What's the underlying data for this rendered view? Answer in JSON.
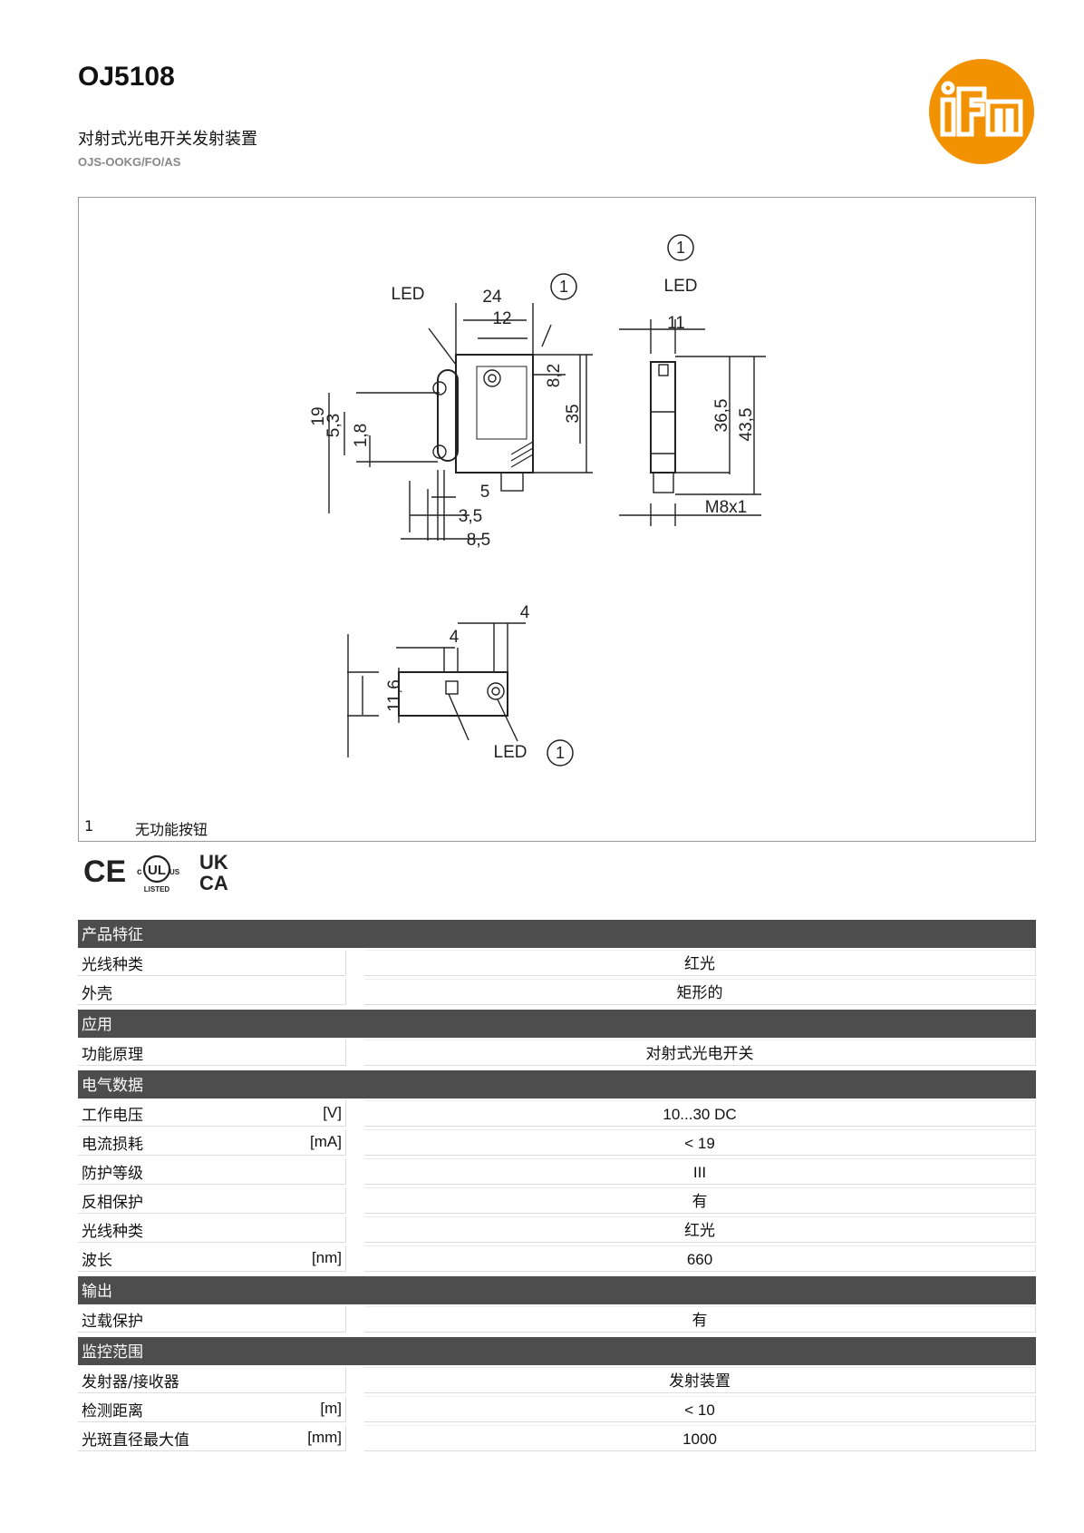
{
  "header": {
    "title": "OJ5108",
    "subtitle": "对射式光电开关发射装置",
    "code": "OJS-OOKG/FO/AS"
  },
  "logo": {
    "text": "ifm",
    "color": "#f39200"
  },
  "drawing": {
    "labels": {
      "led": "LED",
      "callout": "1",
      "m8": "M8x1",
      "d24": "24",
      "d12": "12",
      "d8_2": "8,2",
      "d35": "35",
      "d19": "19",
      "d5_3": "5,3",
      "d1_8": "1,8",
      "d5": "5",
      "d3_5": "3,5",
      "d8_5": "8,5",
      "d11": "11",
      "d36_5": "36,5",
      "d43_5": "43,5",
      "d4a": "4",
      "d4b": "4",
      "d11_6": "11,6"
    },
    "legend": {
      "number": "1",
      "text": "无功能按钮"
    }
  },
  "certifications": [
    "CE",
    "cULus LISTED",
    "UKCA"
  ],
  "spec": [
    {
      "section": "产品特征",
      "rows": [
        {
          "label": "光线种类",
          "unit": "",
          "value": "红光"
        },
        {
          "label": "外壳",
          "unit": "",
          "value": "矩形的"
        }
      ]
    },
    {
      "section": "应用",
      "rows": [
        {
          "label": "功能原理",
          "unit": "",
          "value": "对射式光电开关"
        }
      ]
    },
    {
      "section": "电气数据",
      "rows": [
        {
          "label": "工作电压",
          "unit": "[V]",
          "value": "10...30 DC"
        },
        {
          "label": "电流损耗",
          "unit": "[mA]",
          "value": "< 19"
        },
        {
          "label": "防护等级",
          "unit": "",
          "value": "III"
        },
        {
          "label": "反相保护",
          "unit": "",
          "value": "有"
        },
        {
          "label": "光线种类",
          "unit": "",
          "value": "红光"
        },
        {
          "label": "波长",
          "unit": "[nm]",
          "value": "660"
        }
      ]
    },
    {
      "section": "输出",
      "rows": [
        {
          "label": "过载保护",
          "unit": "",
          "value": "有"
        }
      ]
    },
    {
      "section": "监控范围",
      "rows": [
        {
          "label": "发射器/接收器",
          "unit": "",
          "value": "发射装置"
        },
        {
          "label": "检测距离",
          "unit": "[m]",
          "value": "< 10"
        },
        {
          "label": "光斑直径最大值",
          "unit": "[mm]",
          "value": "1000"
        }
      ]
    }
  ]
}
